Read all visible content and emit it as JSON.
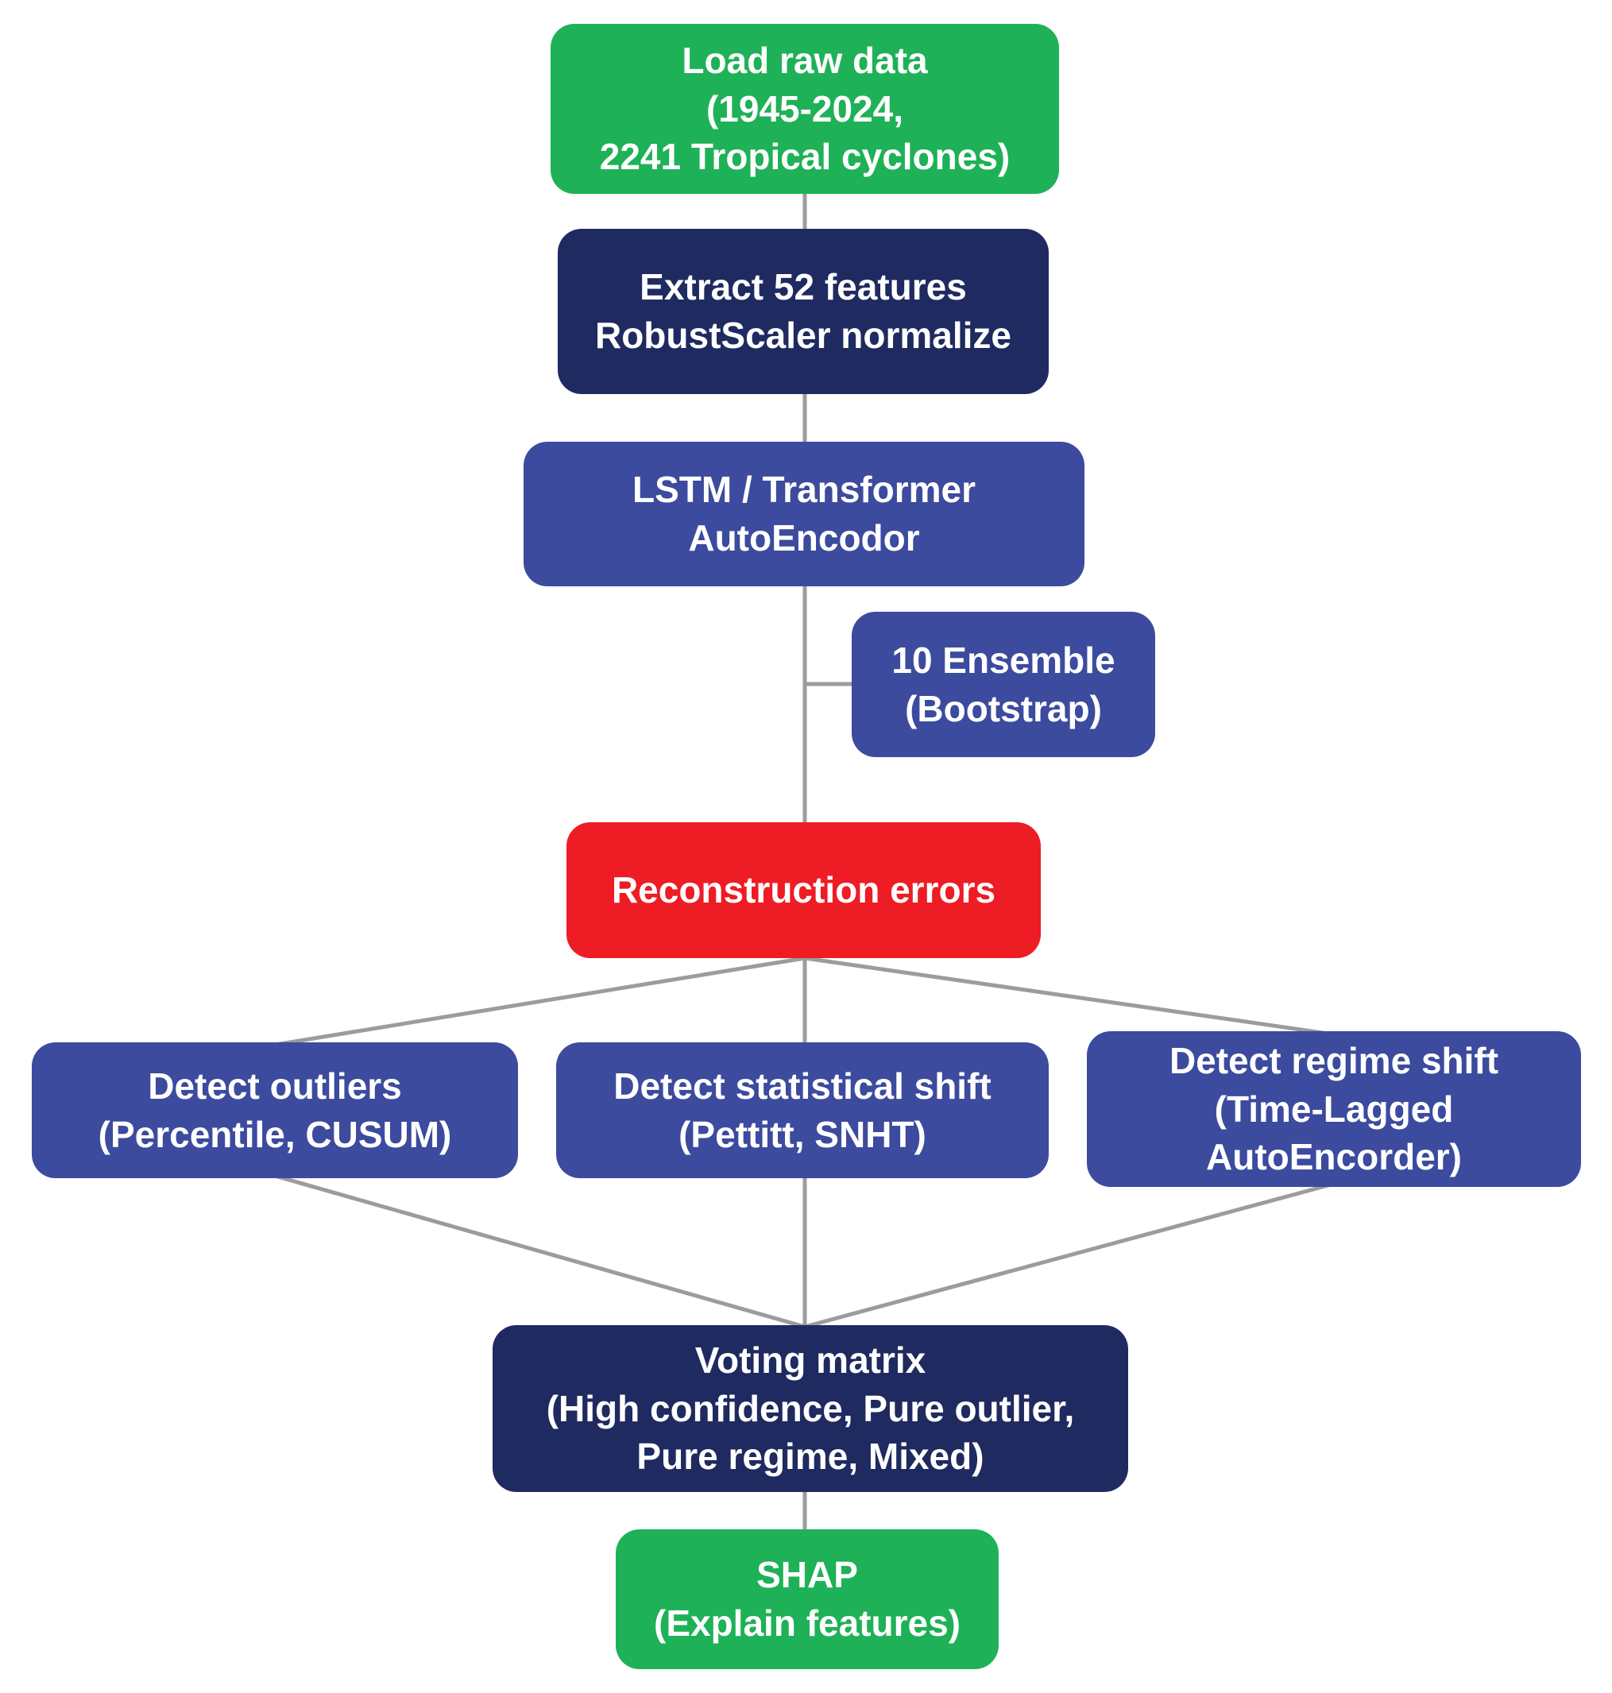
{
  "diagram": {
    "nodes": {
      "load_raw_data": {
        "label": "Load raw data\n(1945-2024,\n2241 Tropical cyclones)",
        "fill": "green"
      },
      "extract_features": {
        "label": "Extract 52 features\nRobustScaler normalize",
        "fill": "navy"
      },
      "autoencoder": {
        "label": "LSTM / Transformer\nAutoEncodor",
        "fill": "blue"
      },
      "ensemble": {
        "label": "10 Ensemble\n(Bootstrap)",
        "fill": "blue"
      },
      "reconstruction_errors": {
        "label": "Reconstruction errors",
        "fill": "red"
      },
      "detect_outliers": {
        "label": "Detect outliers\n(Percentile, CUSUM)",
        "fill": "blue"
      },
      "detect_statistical_shift": {
        "label": "Detect statistical shift\n(Pettitt, SNHT)",
        "fill": "blue"
      },
      "detect_regime_shift": {
        "label": "Detect regime shift\n(Time-Lagged\nAutoEncorder)",
        "fill": "blue"
      },
      "voting_matrix": {
        "label": "Voting matrix\n(High confidence, Pure outlier,\nPure regime, Mixed)",
        "fill": "navy"
      },
      "shap": {
        "label": "SHAP\n(Explain features)",
        "fill": "green"
      }
    },
    "colors": {
      "green": "#1fb157",
      "navy": "#1f2a60",
      "blue": "#3c4b9e",
      "red": "#ee1c25",
      "connector": "#9c9c9c",
      "text": "#ffffff"
    }
  }
}
